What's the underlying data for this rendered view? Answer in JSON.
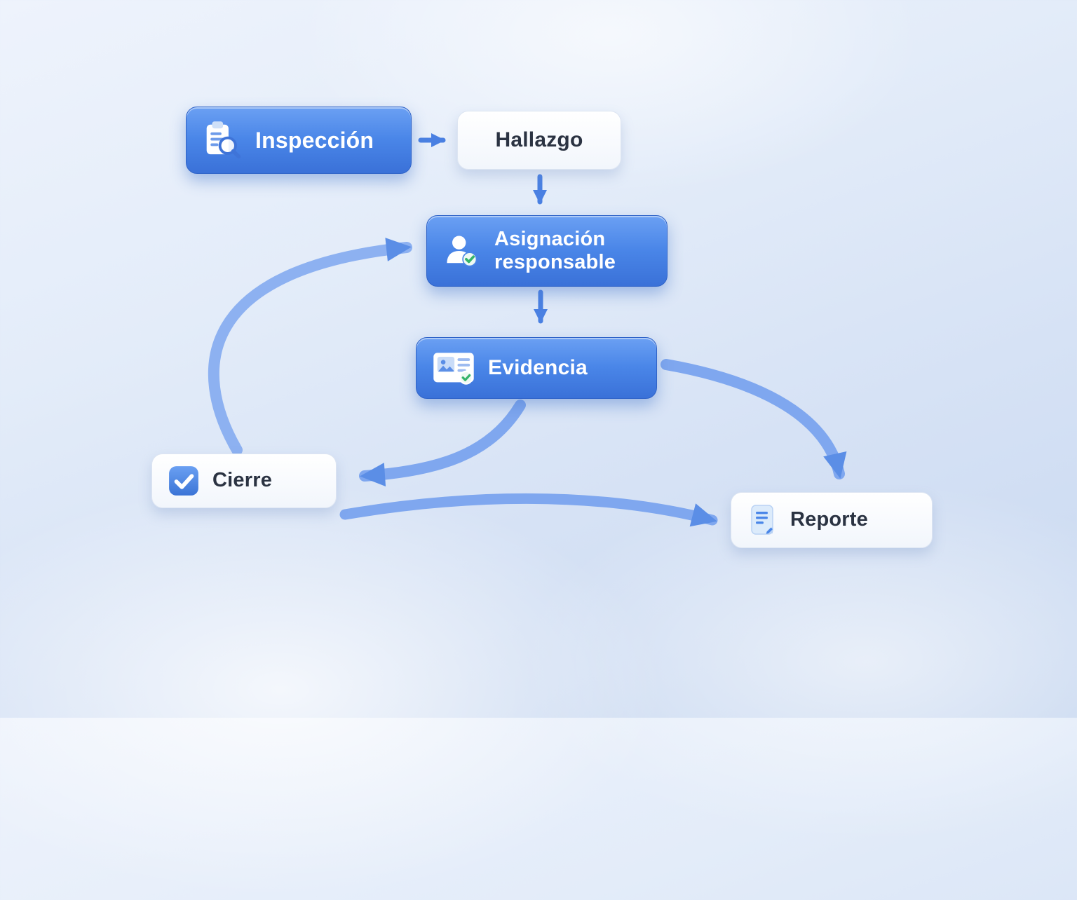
{
  "diagram": {
    "nodes": [
      {
        "id": "inspeccion",
        "label": "Inspección",
        "icon": "clipboard-search-icon",
        "style": "primary"
      },
      {
        "id": "hallazgo",
        "label": "Hallazgo",
        "icon": "",
        "style": "light"
      },
      {
        "id": "asignacion",
        "label": "Asignación responsable",
        "icon": "person-check-icon",
        "style": "primary"
      },
      {
        "id": "evidencia",
        "label": "Evidencia",
        "icon": "photo-check-icon",
        "style": "primary"
      },
      {
        "id": "cierre",
        "label": "Cierre",
        "icon": "checkbox-icon",
        "style": "light"
      },
      {
        "id": "reporte",
        "label": "Reporte",
        "icon": "document-icon",
        "style": "light"
      }
    ],
    "edges": [
      {
        "from": "inspeccion",
        "to": "hallazgo"
      },
      {
        "from": "hallazgo",
        "to": "asignacion"
      },
      {
        "from": "asignacion",
        "to": "evidencia"
      },
      {
        "from": "evidencia",
        "to": "cierre"
      },
      {
        "from": "cierre",
        "to": "asignacion"
      },
      {
        "from": "evidencia",
        "to": "reporte"
      },
      {
        "from": "cierre",
        "to": "reporte"
      }
    ],
    "colors": {
      "primary_node": "#4a86e8",
      "primary_node_dark": "#3a71d8",
      "light_node": "#f7fafd",
      "arrow_thin": "#4a80e2",
      "arrow_thick": "#7fa7ef",
      "arrow_head": "#5b8ee6",
      "check_green": "#35b36b",
      "text_on_primary": "#ffffff",
      "text_on_light": "#2b3342",
      "background_top": "#eef3fc",
      "background_bottom": "#c8d8f0"
    }
  }
}
